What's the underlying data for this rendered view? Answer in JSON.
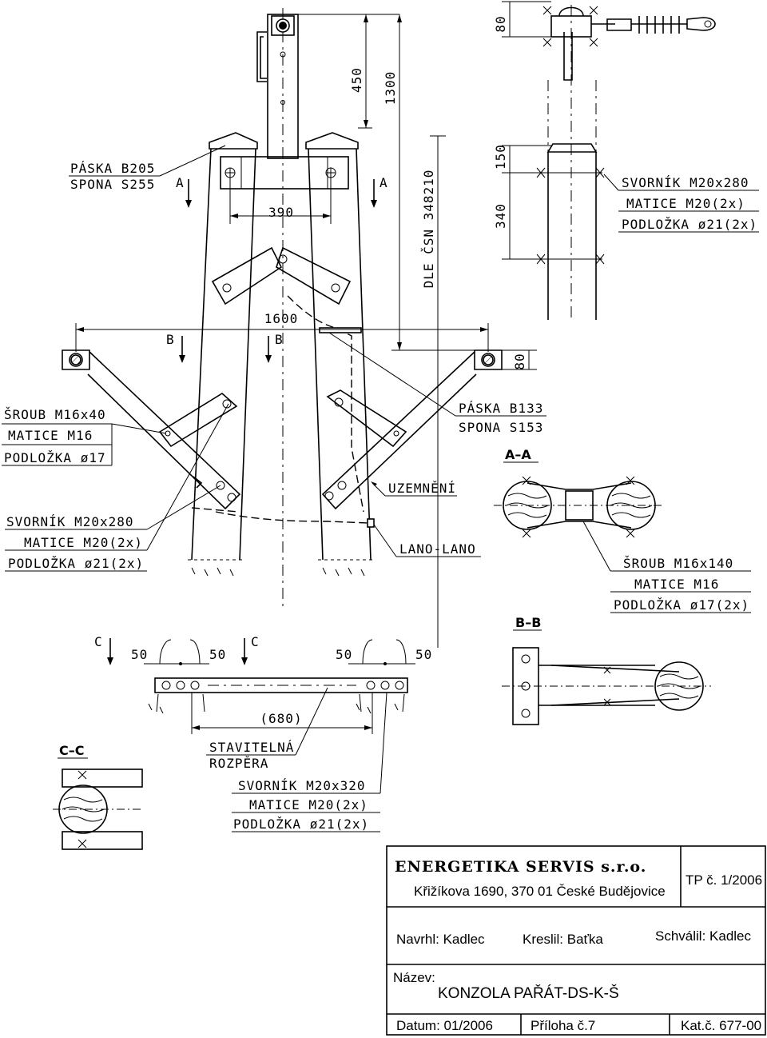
{
  "drawing": {
    "dimensions": {
      "d450": "450",
      "d1300": "1300",
      "d390": "390",
      "d1600": "1600",
      "d80_top": "80",
      "d150": "150",
      "d340": "340",
      "d80_right": "80",
      "d680": "(680)",
      "d50_a": "50",
      "d50_b": "50",
      "d50_c": "50",
      "d50_d": "50"
    },
    "norm": "DLE ČSN 348210",
    "section_marks": {
      "a_left": "A",
      "a_right": "A",
      "b_left": "B",
      "b_right": "B",
      "c_left": "C",
      "c_right": "C"
    },
    "section_titles": {
      "aa": "A–A",
      "bb": "B–B",
      "cc": "C–C"
    },
    "callouts": {
      "paska_b205": [
        "PÁSKA B205",
        "SPONA S255"
      ],
      "svornik_top_right": [
        "SVORNÍK M20x280",
        "MATICE M20(2x)",
        "PODLOŽKA ø21(2x)"
      ],
      "sroub_m16x40": [
        "ŠROUB M16x40",
        "MATICE M16",
        "PODLOŽKA ø17"
      ],
      "paska_b133": [
        "PÁSKA B133",
        "SPONA S153"
      ],
      "uzemneni": "UZEMNĚNÍ",
      "svornik_left": [
        "SVORNÍK M20x280",
        "MATICE M20(2x)",
        "PODLOŽKA ø21(2x)"
      ],
      "lano": "LANO-LANO",
      "sroub_m16x140": [
        "ŠROUB M16x140",
        "MATICE M16",
        "PODLOŽKA ø17(2x)"
      ],
      "rozpera": [
        "STAVITELNÁ",
        "ROZPĚRA"
      ],
      "svornik_m20x320": [
        "SVORNÍK M20x320",
        "MATICE M20(2x)",
        "PODLOŽKA ø21(2x)"
      ]
    }
  },
  "title_block": {
    "company": "ENERGETIKA SERVIS s.r.o.",
    "address": "Křižíkova 1690, 370 01  České Budějovice",
    "tp": "TP č. 1/2006",
    "designed": "Navrhl: Kadlec",
    "drawn": "Kreslil: Baťka",
    "approved": "Schválil: Kadlec",
    "name_label": "Název:",
    "name_value": "KONZOLA PAŘÁT-DS-K-Š",
    "date": "Datum: 01/2006",
    "attachment": "Příloha č.7",
    "catalog": "Kat.č. 677-00"
  }
}
